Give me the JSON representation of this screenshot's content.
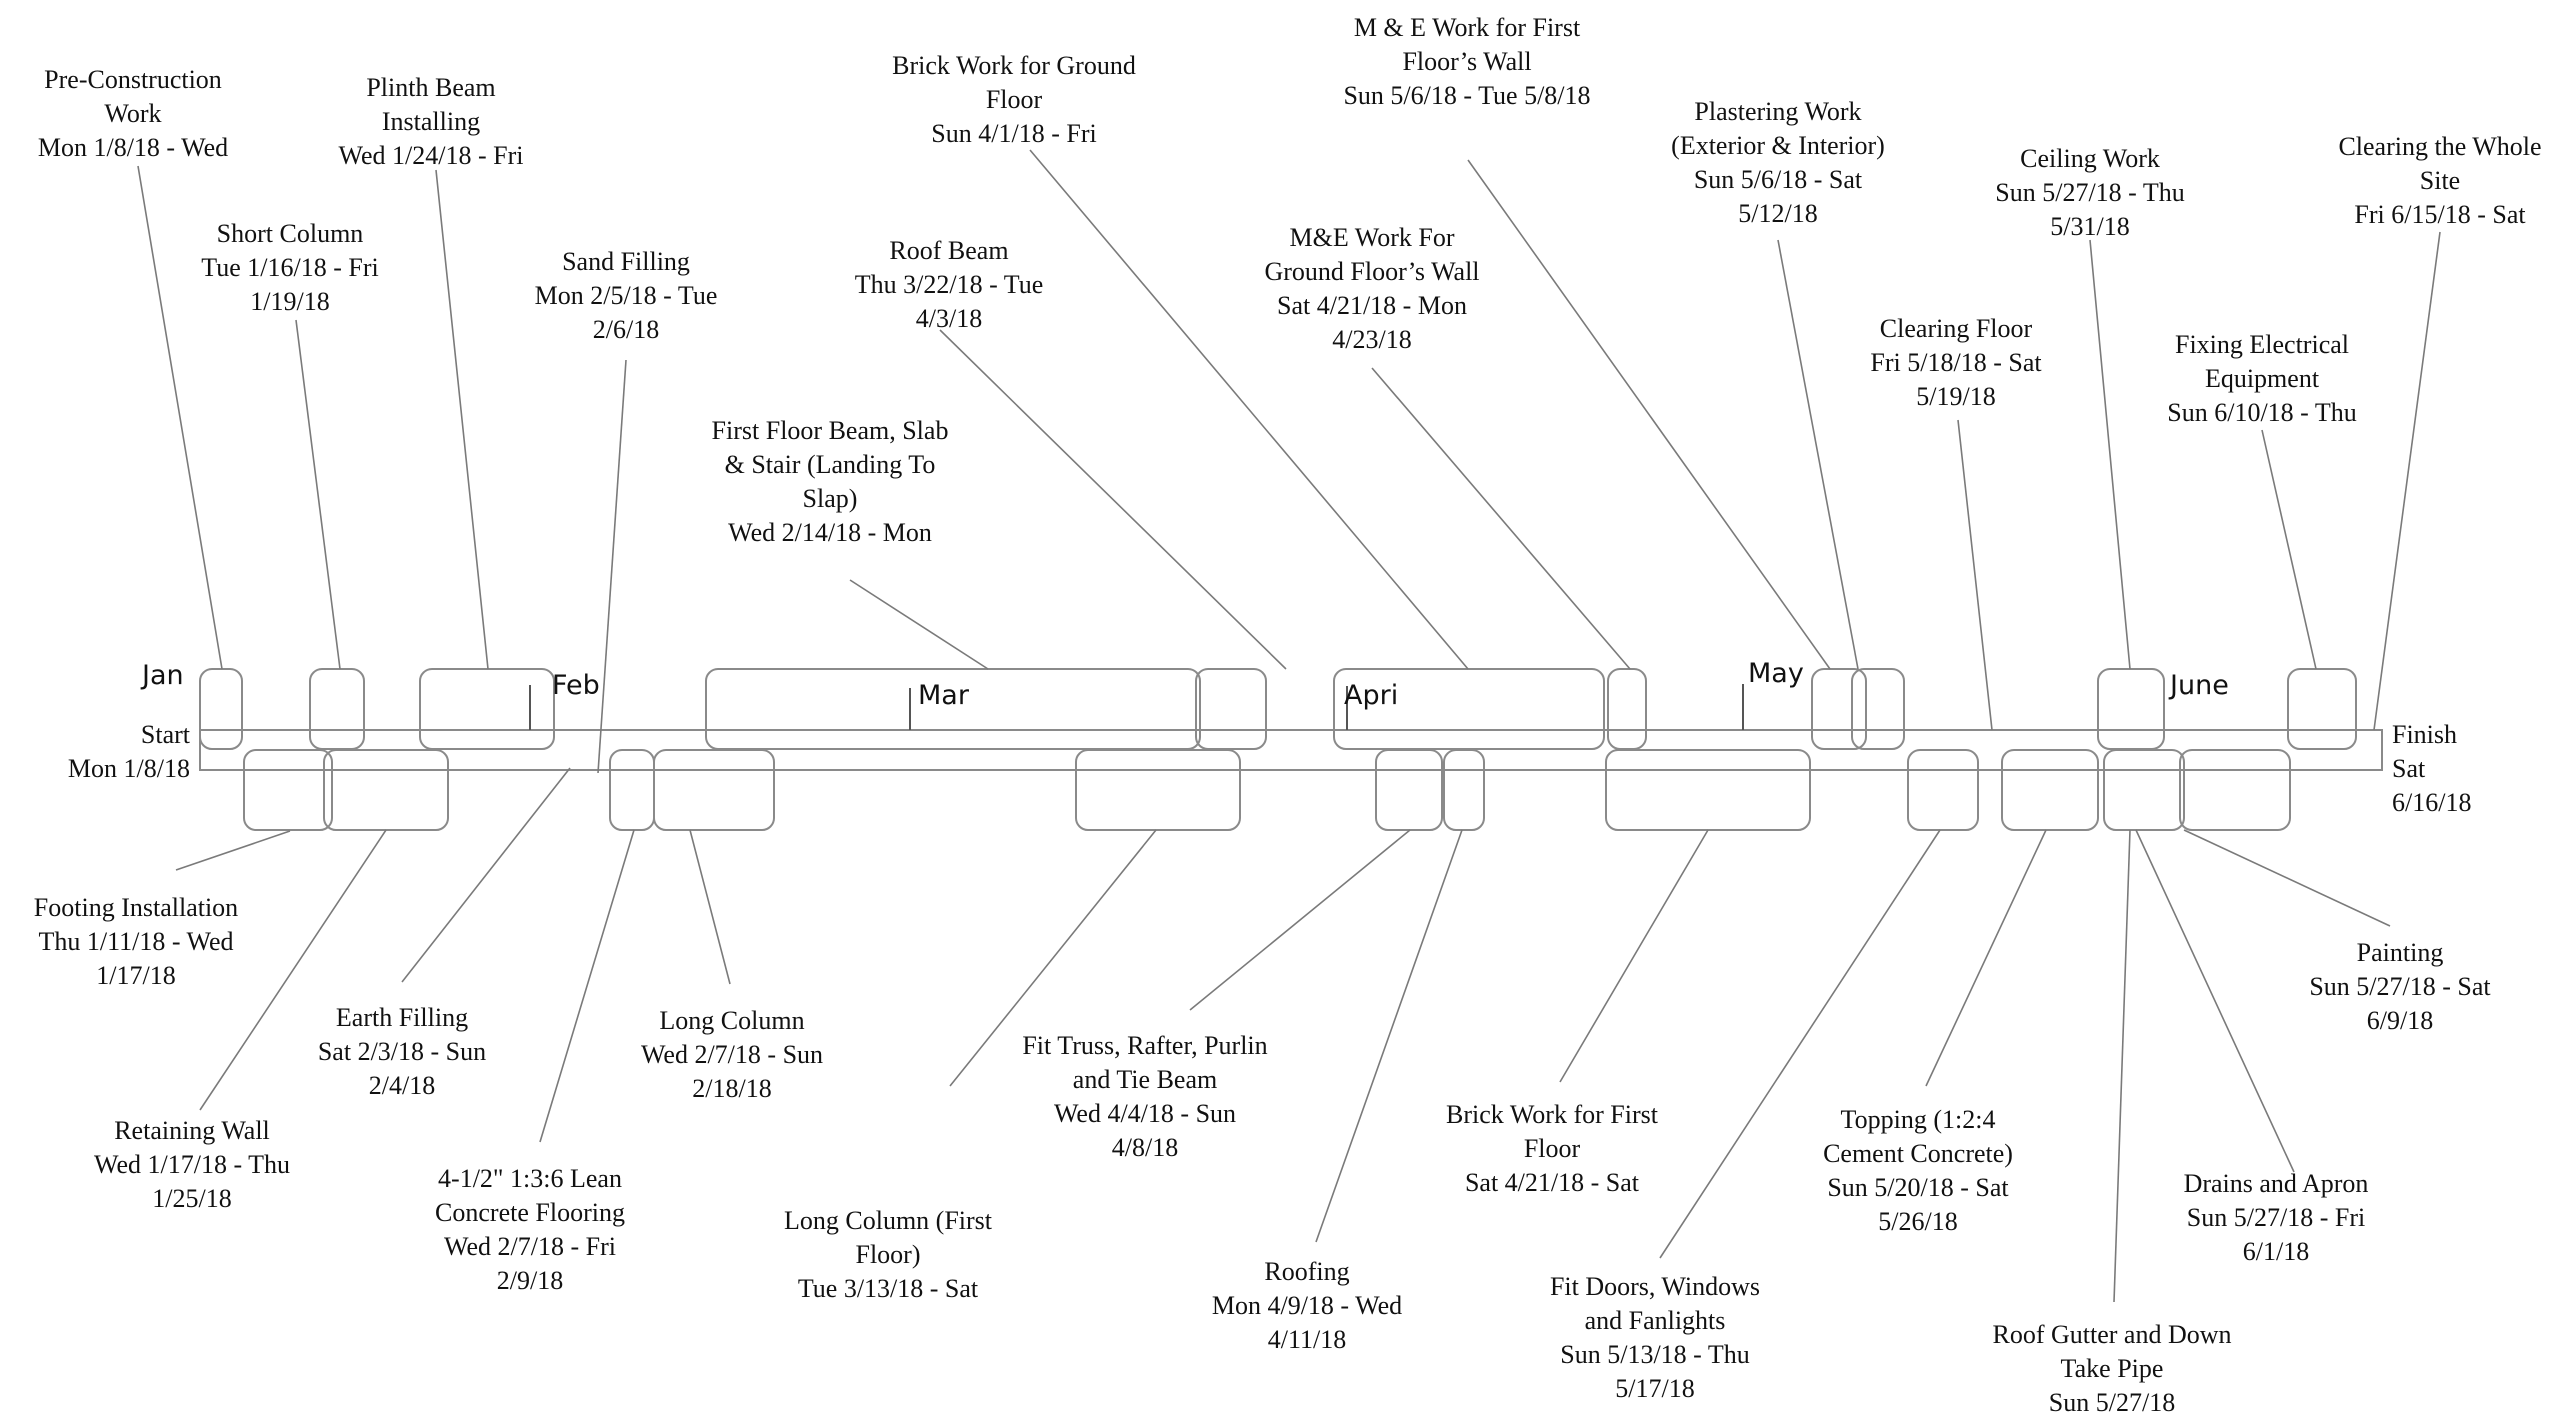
{
  "timeline": {
    "start_label": "Start",
    "start_date": "Mon 1/8/18",
    "finish_label": "Finish",
    "finish_day": "Sat",
    "finish_date": "6/16/18",
    "months": [
      "Jan",
      "Feb",
      "Mar",
      "Apri",
      "May",
      "June"
    ]
  },
  "tasks_above": [
    {
      "lines": [
        "Pre-Construction",
        "Work",
        "Mon 1/8/18 - Wed"
      ]
    },
    {
      "lines": [
        "Short Column",
        "Tue 1/16/18 - Fri",
        "1/19/18"
      ]
    },
    {
      "lines": [
        "Plinth Beam",
        "Installing",
        "Wed 1/24/18 - Fri"
      ]
    },
    {
      "lines": [
        "Sand Filling",
        "Mon 2/5/18 - Tue",
        "2/6/18"
      ]
    },
    {
      "lines": [
        "First Floor Beam, Slab",
        "& Stair (Landing To",
        "Slap)",
        "Wed 2/14/18 - Mon"
      ]
    },
    {
      "lines": [
        "Roof Beam",
        "Thu 3/22/18 - Tue",
        "4/3/18"
      ]
    },
    {
      "lines": [
        "Brick Work for Ground",
        "Floor",
        "Sun 4/1/18 - Fri"
      ]
    },
    {
      "lines": [
        "M&E Work For",
        "Ground Floor’s Wall",
        "Sat 4/21/18 - Mon",
        "4/23/18"
      ]
    },
    {
      "lines": [
        "M & E Work for First",
        "Floor’s Wall",
        "Sun 5/6/18 - Tue 5/8/18"
      ]
    },
    {
      "lines": [
        "Plastering Work",
        "(Exterior & Interior)",
        "Sun 5/6/18 - Sat",
        "5/12/18"
      ]
    },
    {
      "lines": [
        "Clearing Floor",
        "Fri 5/18/18 - Sat",
        "5/19/18"
      ]
    },
    {
      "lines": [
        "Ceiling Work",
        "Sun 5/27/18 - Thu",
        "5/31/18"
      ]
    },
    {
      "lines": [
        "Fixing Electrical",
        "Equipment",
        "Sun 6/10/18 - Thu"
      ]
    },
    {
      "lines": [
        "Clearing the Whole",
        "Site",
        "Fri 6/15/18 - Sat"
      ]
    }
  ],
  "tasks_below": [
    {
      "lines": [
        "Footing Installation",
        "Thu 1/11/18 - Wed",
        "1/17/18"
      ]
    },
    {
      "lines": [
        "Retaining Wall",
        "Wed 1/17/18 - Thu",
        "1/25/18"
      ]
    },
    {
      "lines": [
        "Earth Filling",
        "Sat 2/3/18 - Sun",
        "2/4/18"
      ]
    },
    {
      "lines": [
        "4-1/2\" 1:3:6 Lean",
        "Concrete Flooring",
        "Wed 2/7/18 - Fri",
        "2/9/18"
      ]
    },
    {
      "lines": [
        "Long Column",
        "Wed 2/7/18 - Sun",
        "2/18/18"
      ]
    },
    {
      "lines": [
        "Long Column (First",
        "Floor)",
        "Tue 3/13/18 - Sat"
      ]
    },
    {
      "lines": [
        "Fit Truss, Rafter, Purlin",
        "and Tie Beam",
        "Wed 4/4/18 - Sun",
        "4/8/18"
      ]
    },
    {
      "lines": [
        "Roofing",
        "Mon 4/9/18 - Wed",
        "4/11/18"
      ]
    },
    {
      "lines": [
        "Brick Work for First",
        "Floor",
        "Sat 4/21/18 - Sat"
      ]
    },
    {
      "lines": [
        "Fit Doors, Windows",
        "and Fanlights",
        "Sun 5/13/18 - Thu",
        "5/17/18"
      ]
    },
    {
      "lines": [
        "Topping (1:2:4",
        "Cement Concrete)",
        "Sun 5/20/18 - Sat",
        "5/26/18"
      ]
    },
    {
      "lines": [
        "Roof Gutter and Down",
        "Take Pipe",
        "Sun 5/27/18"
      ]
    },
    {
      "lines": [
        "Drains and Apron",
        "Sun 5/27/18 - Fri",
        "6/1/18"
      ]
    },
    {
      "lines": [
        "Painting",
        "Sun 5/27/18 - Sat",
        "6/9/18"
      ]
    }
  ]
}
